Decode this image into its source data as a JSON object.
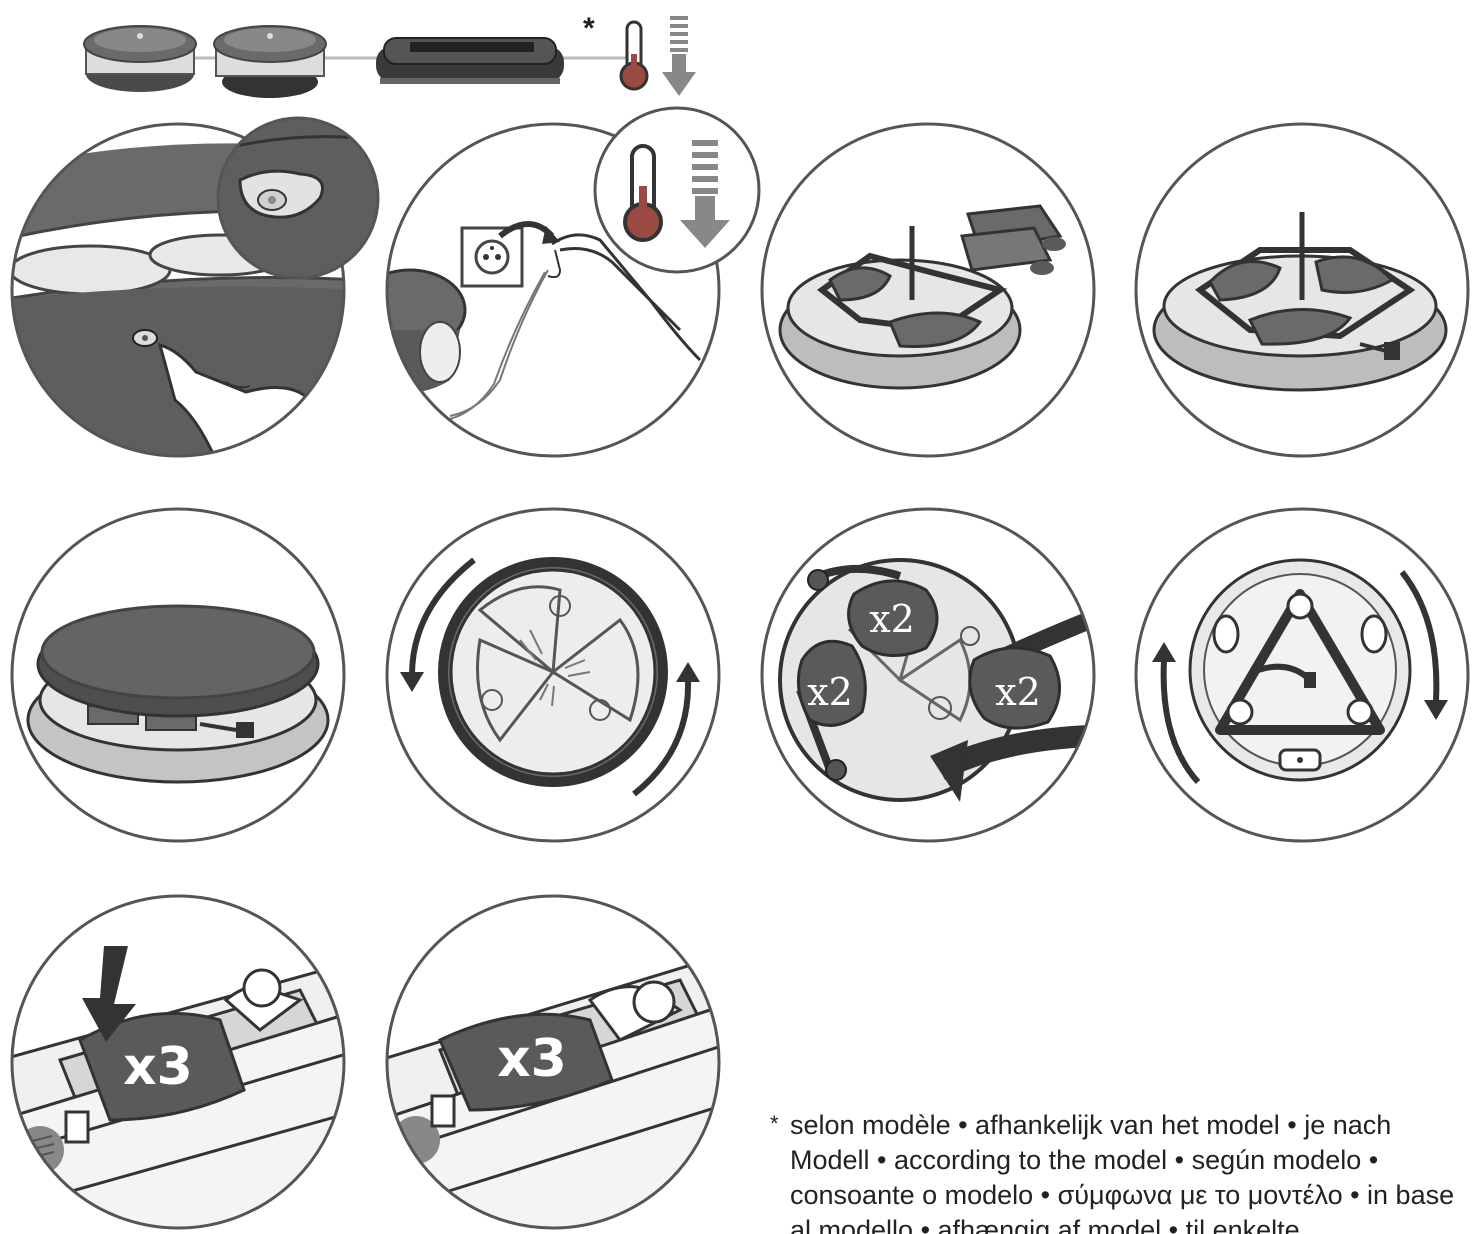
{
  "header": {
    "asterisk": "*"
  },
  "steps": [
    {
      "id": 1,
      "badges": []
    },
    {
      "id": 2,
      "badges": []
    },
    {
      "id": 3,
      "badges": []
    },
    {
      "id": 4,
      "badges": []
    },
    {
      "id": 5,
      "badges": []
    },
    {
      "id": 6,
      "badges": []
    },
    {
      "id": 7,
      "badges": [
        "x2",
        "x2",
        "x2"
      ]
    },
    {
      "id": 8,
      "badges": []
    },
    {
      "id": 9,
      "badges": [
        "x3"
      ]
    },
    {
      "id": 10,
      "badges": [
        "x3"
      ]
    }
  ],
  "footnote": {
    "marker": "*",
    "text": "selon modèle • afhankelijk van het model • je nach Modell • according to the model • según modelo • consoante o modelo • σύμφωνα με το μοντέλο • in base al modello • afhængig af model • til enkelte"
  },
  "colors": {
    "stroke": "#555555",
    "dark": "#4a4a4a",
    "mid": "#8c8c8c",
    "light": "#d8d8d8",
    "thermo_red": "#9a4a42"
  },
  "icons": [
    "thermometer-icon",
    "cooling-arrow-icon",
    "power-switch-icon",
    "wall-socket-icon",
    "rotate-arrow-icon",
    "push-down-arrow-icon"
  ]
}
